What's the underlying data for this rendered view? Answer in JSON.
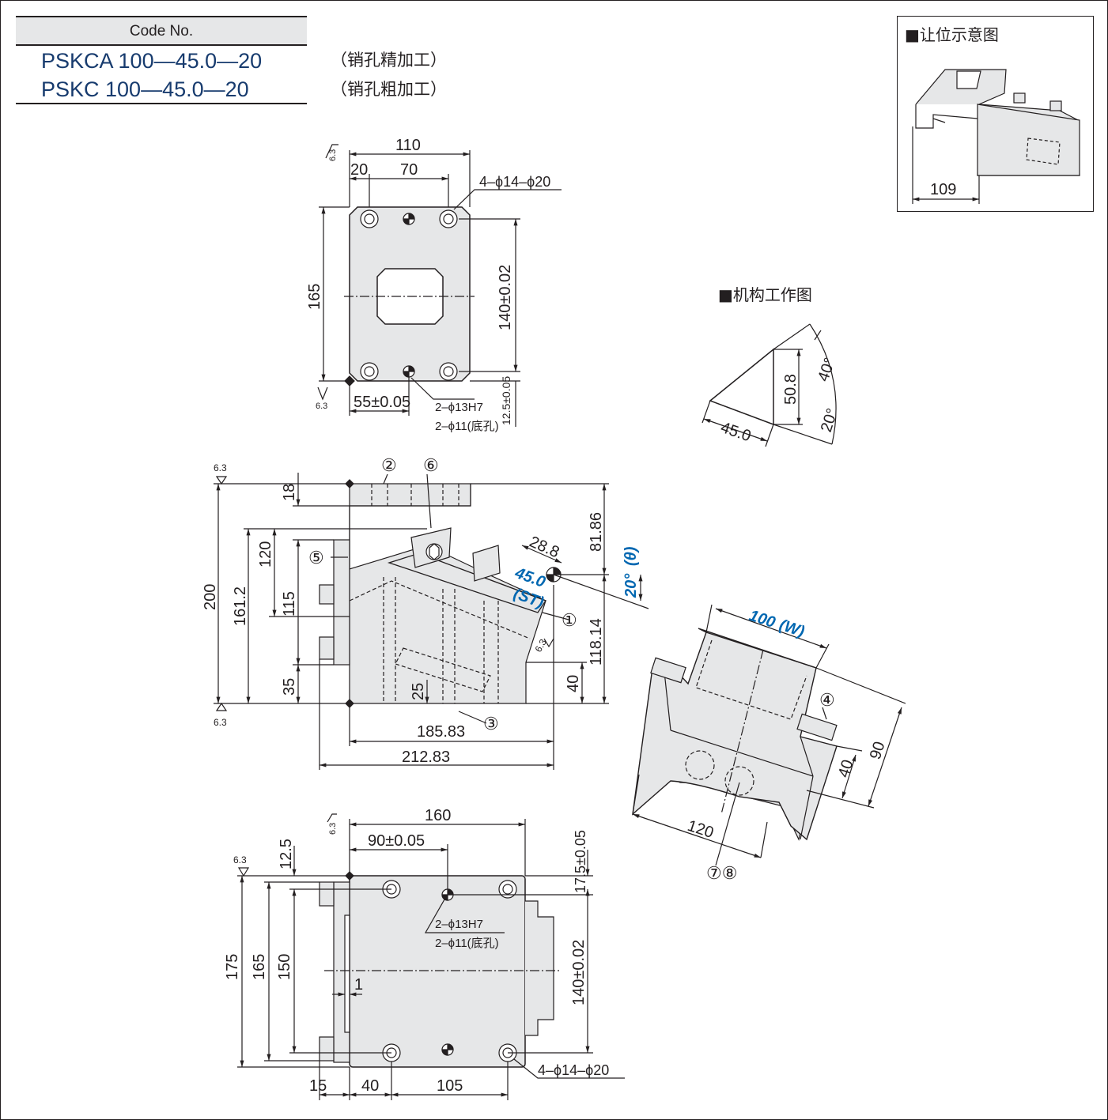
{
  "code_table": {
    "header": "Code No.",
    "rows": [
      {
        "code": "PSKCA 100—45.0—20",
        "note": "（销孔精加工）"
      },
      {
        "code": "PSKC 100—45.0—20",
        "note": "（销孔粗加工）"
      }
    ]
  },
  "inset": {
    "title": "■让位示意图",
    "dim": "109"
  },
  "mechanism": {
    "title": "■机构工作图",
    "dim_height": "50.8",
    "dim_base": "45.0",
    "angle_upper": "40°",
    "angle_lower": "20°"
  },
  "top_view": {
    "dim_width": "110",
    "dim_20": "20",
    "dim_70": "70",
    "holes_callout": "4–ϕ14–ϕ20",
    "dim_165": "165",
    "dim_140": "140±0.02",
    "dim_55": "55±0.05",
    "dim_12_5": "12.5±0.05",
    "pin_callout_1": "2–ϕ13H7",
    "pin_callout_2": "2–ϕ11(底孔)",
    "roughness": "6.3"
  },
  "side_view": {
    "roughness": "6.3",
    "dim_200": "200",
    "dim_161_2": "161.2",
    "dim_120": "120",
    "dim_115": "115",
    "dim_35": "35",
    "dim_18": "18",
    "dim_25": "25",
    "dim_40": "40",
    "dim_81_86": "81.86",
    "dim_118_14": "118.14",
    "dim_28_8": "28.8",
    "stroke": "45.0",
    "stroke_label": "(ST)",
    "angle": "20°",
    "angle_label": "(θ)",
    "dim_185_83": "185.83",
    "dim_212_83": "212.83",
    "parts": [
      "①",
      "②",
      "③",
      "⑤",
      "⑥"
    ]
  },
  "iso_view": {
    "width": "100",
    "width_label": "(W)",
    "dim_90": "90",
    "dim_40": "40",
    "dim_120": "120",
    "parts": [
      "④",
      "⑦⑧"
    ]
  },
  "bottom_view": {
    "roughness": "6.3",
    "dim_160": "160",
    "dim_90": "90±0.05",
    "dim_12_5": "12.5",
    "dim_17_5": "17.5±0.05",
    "dim_175": "175",
    "dim_165": "165",
    "dim_150": "150",
    "dim_1": "1",
    "dim_140": "140±0.02",
    "dim_15": "15",
    "dim_40": "40",
    "dim_105": "105",
    "pin_callout_1": "2–ϕ13H7",
    "pin_callout_2": "2–ϕ11(底孔)",
    "holes_callout": "4–ϕ14–ϕ20"
  }
}
